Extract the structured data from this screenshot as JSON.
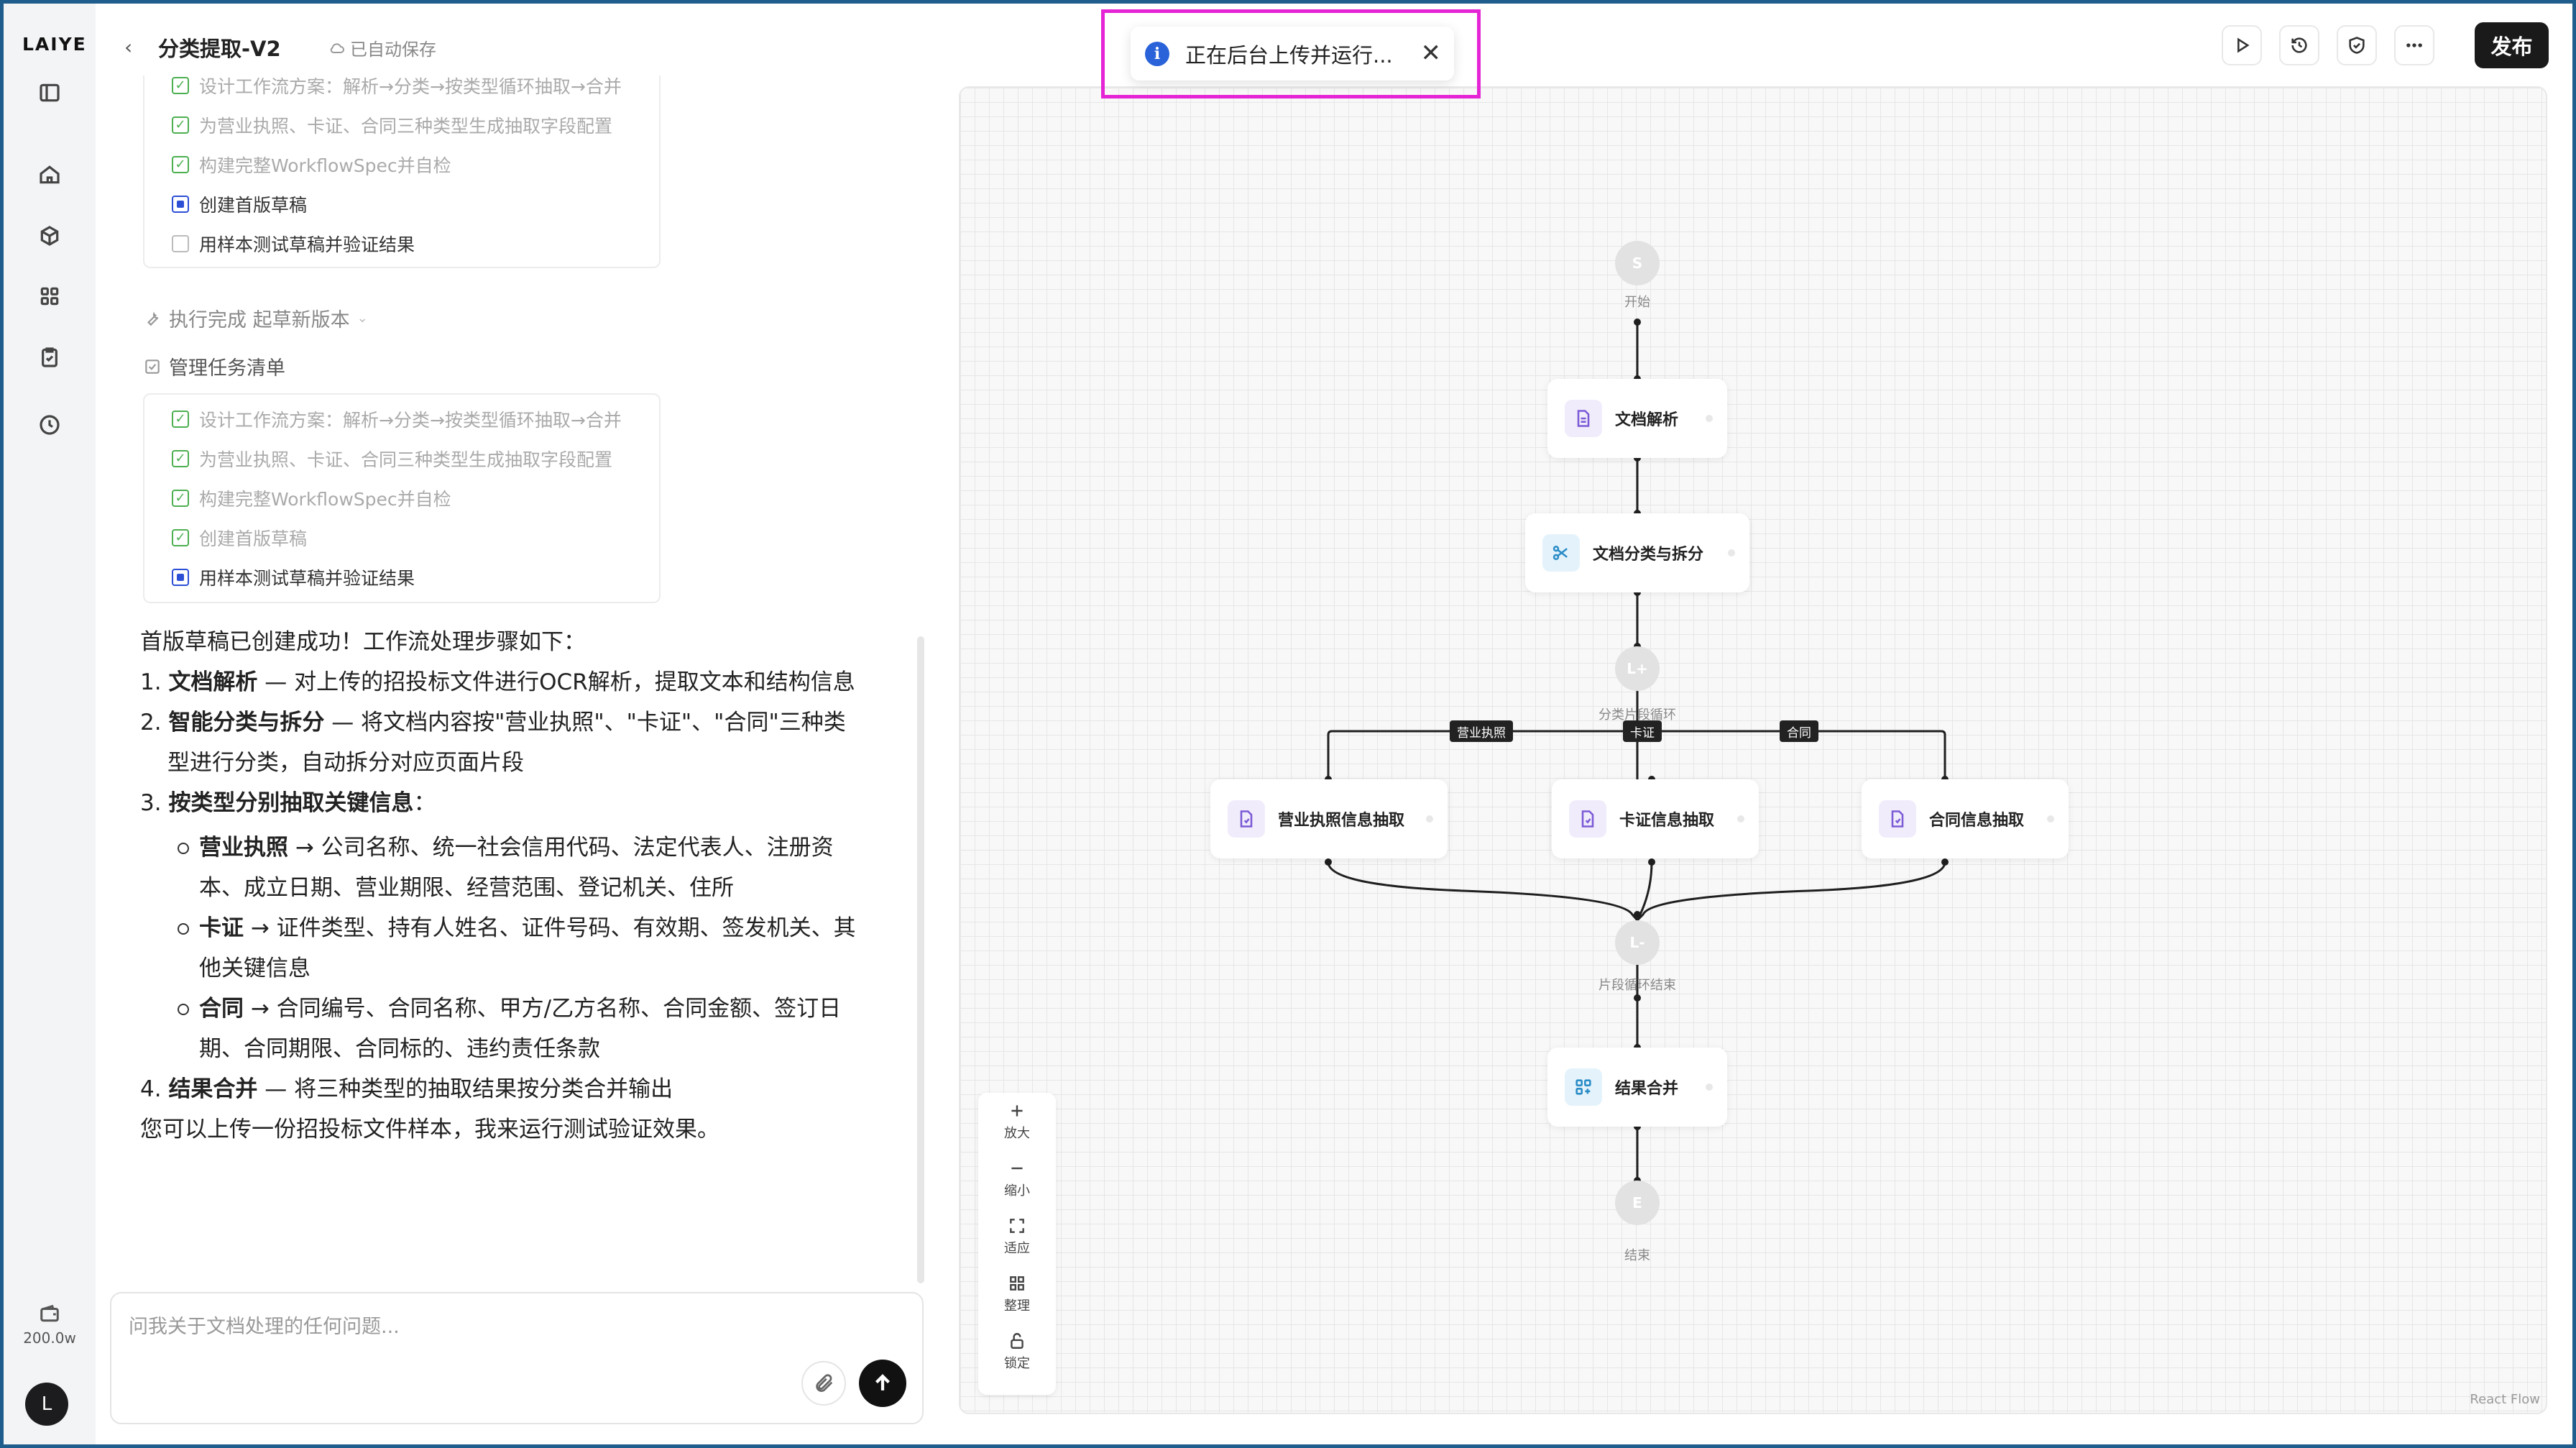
{
  "brand": {
    "logo": "LAIYE"
  },
  "header": {
    "back": "‹",
    "title": "分类提取-V2",
    "autosave": "已自动保存"
  },
  "rail": {
    "credit": "200.0w",
    "avatar": "L"
  },
  "tasks_top": [
    {
      "label": "设计工作流方案：解析→分类→按类型循环抽取→合并",
      "state": "done"
    },
    {
      "label": "为营业执照、卡证、合同三种类型生成抽取字段配置",
      "state": "done"
    },
    {
      "label": "构建完整WorkflowSpec并自检",
      "state": "done"
    },
    {
      "label": "创建首版草稿",
      "state": "current"
    },
    {
      "label": "用样本测试草稿并验证结果",
      "state": "todo"
    }
  ],
  "status1": "执行完成 起草新版本",
  "status2": "管理任务清单",
  "tasks_bottom": [
    {
      "label": "设计工作流方案：解析→分类→按类型循环抽取→合并",
      "state": "done"
    },
    {
      "label": "为营业执照、卡证、合同三种类型生成抽取字段配置",
      "state": "done"
    },
    {
      "label": "构建完整WorkflowSpec并自检",
      "state": "done"
    },
    {
      "label": "创建首版草稿",
      "state": "done"
    },
    {
      "label": "用样本测试草稿并验证结果",
      "state": "current"
    }
  ],
  "message": {
    "intro": "首版草稿已创建成功！工作流处理步骤如下：",
    "s1_num": "1.",
    "s1_title": "文档解析",
    "s1_text": " — 对上传的招投标文件进行OCR解析，提取文本和结构信息",
    "s2_num": "2.",
    "s2_title": "智能分类与拆分",
    "s2_text": " — 将文档内容按\"营业执照\"、\"卡证\"、\"合同\"三种类型进行分类，自动拆分对应页面片段",
    "s3_num": "3.",
    "s3_title": "按类型分别抽取关键信息",
    "s3_text": "：",
    "b1_title": "营业执照",
    "b1_text": " → 公司名称、统一社会信用代码、法定代表人、注册资本、成立日期、营业期限、经营范围、登记机关、住所",
    "b2_title": "卡证",
    "b2_text": " → 证件类型、持有人姓名、证件号码、有效期、签发机关、其他关键信息",
    "b3_title": "合同",
    "b3_text": " → 合同编号、合同名称、甲方/乙方名称、合同金额、签订日期、合同期限、合同标的、违约责任条款",
    "s4_num": "4.",
    "s4_title": "结果合并",
    "s4_text": " — 将三种类型的抽取结果按分类合并输出",
    "outro": "您可以上传一份招投标文件样本，我来运行测试验证效果。"
  },
  "input": {
    "placeholder": "问我关于文档处理的任何问题..."
  },
  "toast": {
    "text": "正在后台上传并运行...",
    "close": "✕"
  },
  "toolbar": {
    "publish": "发布"
  },
  "flow": {
    "start": {
      "badge": "S",
      "label": "开始"
    },
    "parse": "文档解析",
    "classify": "文档分类与拆分",
    "loop_start": {
      "badge": "L+",
      "label": "分类片段循环"
    },
    "edge_labels": [
      "营业执照",
      "卡证",
      "合同"
    ],
    "extract_license": "营业执照信息抽取",
    "extract_card": "卡证信息抽取",
    "extract_contract": "合同信息抽取",
    "loop_end": {
      "badge": "L-",
      "label": "片段循环结束"
    },
    "merge": "结果合并",
    "end": {
      "badge": "E",
      "label": "结束"
    },
    "attribution": "React Flow"
  },
  "zoom": {
    "in": "放大",
    "out": "缩小",
    "fit": "适应",
    "arrange": "整理",
    "lock": "锁定"
  },
  "colors": {
    "accent": "#2962d9",
    "done": "#4caf50",
    "highlight": "#e524d5"
  }
}
